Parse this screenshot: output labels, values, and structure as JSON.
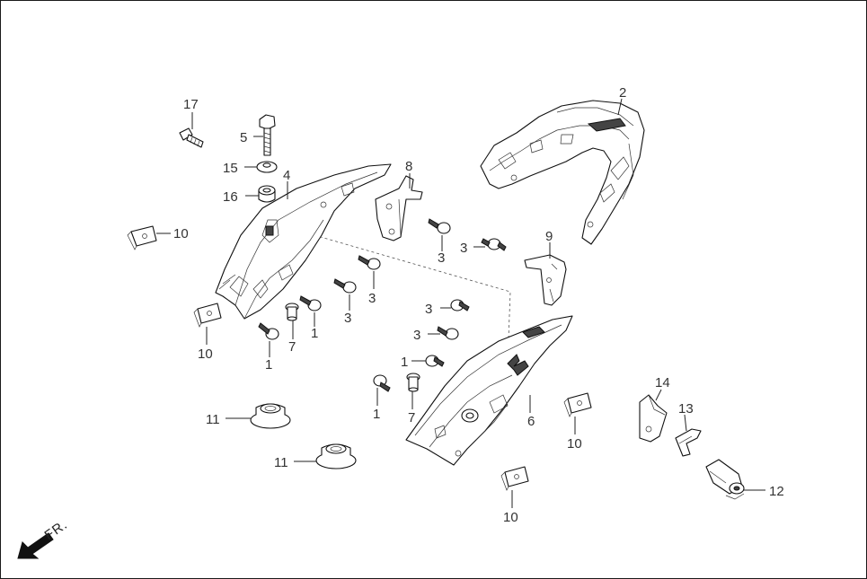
{
  "labels": {
    "n1": "1",
    "n2": "2",
    "n3": "3",
    "n4": "4",
    "n5": "5",
    "n6": "6",
    "n7": "7",
    "n8": "8",
    "n9": "9",
    "n10": "10",
    "n11": "11",
    "n12": "12",
    "n13": "13",
    "n14": "14",
    "n15": "15",
    "n16": "16",
    "n17": "17"
  },
  "direction": {
    "text": "FR."
  },
  "colors": {
    "line": "#222222",
    "text": "#333333",
    "background": "#ffffff"
  }
}
